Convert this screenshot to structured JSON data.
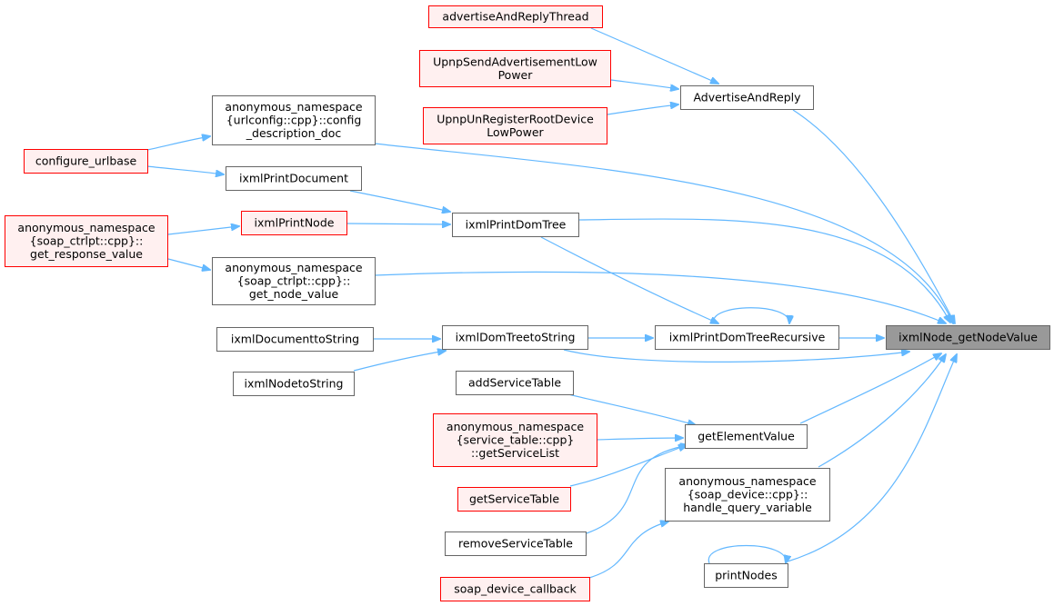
{
  "graph": {
    "colors": {
      "edge": "#63b8ff",
      "border_normal": "#666666",
      "border_truncated": "#ff0000",
      "fill_normal": "#ffffff",
      "fill_truncated": "#fff0f0",
      "fill_focus": "#999999"
    },
    "nodes": [
      {
        "id": "target",
        "lines": [
          "ixmlNode_getNodeValue"
        ],
        "style": "focus"
      },
      {
        "id": "advertise_thread",
        "lines": [
          "advertiseAndReplyThread"
        ],
        "style": "truncated"
      },
      {
        "id": "upnp_send_adv",
        "lines": [
          "UpnpSendAdvertisementLow",
          "Power"
        ],
        "style": "truncated"
      },
      {
        "id": "upnp_unregister",
        "lines": [
          "UpnpUnRegisterRootDevice",
          "LowPower"
        ],
        "style": "truncated"
      },
      {
        "id": "advertise_reply",
        "lines": [
          "AdvertiseAndReply"
        ],
        "style": "normal"
      },
      {
        "id": "config_desc_doc",
        "lines": [
          "anonymous_namespace",
          "{urlconfig::cpp}::config",
          "_description_doc"
        ],
        "style": "normal"
      },
      {
        "id": "configure_urlbase",
        "lines": [
          "configure_urlbase"
        ],
        "style": "truncated"
      },
      {
        "id": "print_document",
        "lines": [
          "ixmlPrintDocument"
        ],
        "style": "normal"
      },
      {
        "id": "get_response_value",
        "lines": [
          "anonymous_namespace",
          "{soap_ctrlpt::cpp}::",
          "get_response_value"
        ],
        "style": "truncated"
      },
      {
        "id": "print_node",
        "lines": [
          "ixmlPrintNode"
        ],
        "style": "truncated"
      },
      {
        "id": "print_dom_tree",
        "lines": [
          "ixmlPrintDomTree"
        ],
        "style": "normal"
      },
      {
        "id": "get_node_value",
        "lines": [
          "anonymous_namespace",
          "{soap_ctrlpt::cpp}::",
          "get_node_value"
        ],
        "style": "normal"
      },
      {
        "id": "document_to_string",
        "lines": [
          "ixmlDocumenttoString"
        ],
        "style": "normal"
      },
      {
        "id": "dom_tree_to_string",
        "lines": [
          "ixmlDomTreetoString"
        ],
        "style": "normal"
      },
      {
        "id": "print_dom_tree_recursive",
        "lines": [
          "ixmlPrintDomTreeRecursive"
        ],
        "style": "normal"
      },
      {
        "id": "node_to_string",
        "lines": [
          "ixmlNodetoString"
        ],
        "style": "normal"
      },
      {
        "id": "add_service_table",
        "lines": [
          "addServiceTable"
        ],
        "style": "normal"
      },
      {
        "id": "get_service_list",
        "lines": [
          "anonymous_namespace",
          "{service_table::cpp}",
          "::getServiceList"
        ],
        "style": "truncated"
      },
      {
        "id": "get_element_value",
        "lines": [
          "getElementValue"
        ],
        "style": "normal"
      },
      {
        "id": "get_service_table",
        "lines": [
          "getServiceTable"
        ],
        "style": "truncated"
      },
      {
        "id": "handle_query_variable",
        "lines": [
          "anonymous_namespace",
          "{soap_device::cpp}::",
          "handle_query_variable"
        ],
        "style": "normal"
      },
      {
        "id": "remove_service_table",
        "lines": [
          "removeServiceTable"
        ],
        "style": "normal"
      },
      {
        "id": "soap_device_callback",
        "lines": [
          "soap_device_callback"
        ],
        "style": "truncated"
      },
      {
        "id": "print_nodes",
        "lines": [
          "printNodes"
        ],
        "style": "normal"
      }
    ],
    "edges": [
      {
        "from": "advertise_thread",
        "to": "advertise_reply"
      },
      {
        "from": "upnp_send_adv",
        "to": "advertise_reply"
      },
      {
        "from": "upnp_unregister",
        "to": "advertise_reply"
      },
      {
        "from": "advertise_reply",
        "to": "target"
      },
      {
        "from": "configure_urlbase",
        "to": "config_desc_doc"
      },
      {
        "from": "configure_urlbase",
        "to": "print_document"
      },
      {
        "from": "config_desc_doc",
        "to": "target"
      },
      {
        "from": "print_document",
        "to": "print_dom_tree"
      },
      {
        "from": "get_response_value",
        "to": "print_node"
      },
      {
        "from": "get_response_value",
        "to": "get_node_value"
      },
      {
        "from": "print_node",
        "to": "print_dom_tree"
      },
      {
        "from": "print_dom_tree",
        "to": "target"
      },
      {
        "from": "print_dom_tree",
        "to": "print_dom_tree_recursive"
      },
      {
        "from": "get_node_value",
        "to": "target"
      },
      {
        "from": "document_to_string",
        "to": "dom_tree_to_string"
      },
      {
        "from": "node_to_string",
        "to": "dom_tree_to_string"
      },
      {
        "from": "dom_tree_to_string",
        "to": "print_dom_tree_recursive"
      },
      {
        "from": "dom_tree_to_string",
        "to": "target"
      },
      {
        "from": "print_dom_tree_recursive",
        "to": "print_dom_tree_recursive"
      },
      {
        "from": "print_dom_tree_recursive",
        "to": "target"
      },
      {
        "from": "add_service_table",
        "to": "get_element_value"
      },
      {
        "from": "get_service_list",
        "to": "get_element_value"
      },
      {
        "from": "get_service_table",
        "to": "get_element_value"
      },
      {
        "from": "remove_service_table",
        "to": "get_element_value"
      },
      {
        "from": "get_element_value",
        "to": "target"
      },
      {
        "from": "handle_query_variable",
        "to": "target"
      },
      {
        "from": "soap_device_callback",
        "to": "handle_query_variable"
      },
      {
        "from": "print_nodes",
        "to": "print_nodes"
      },
      {
        "from": "print_nodes",
        "to": "target"
      }
    ]
  }
}
